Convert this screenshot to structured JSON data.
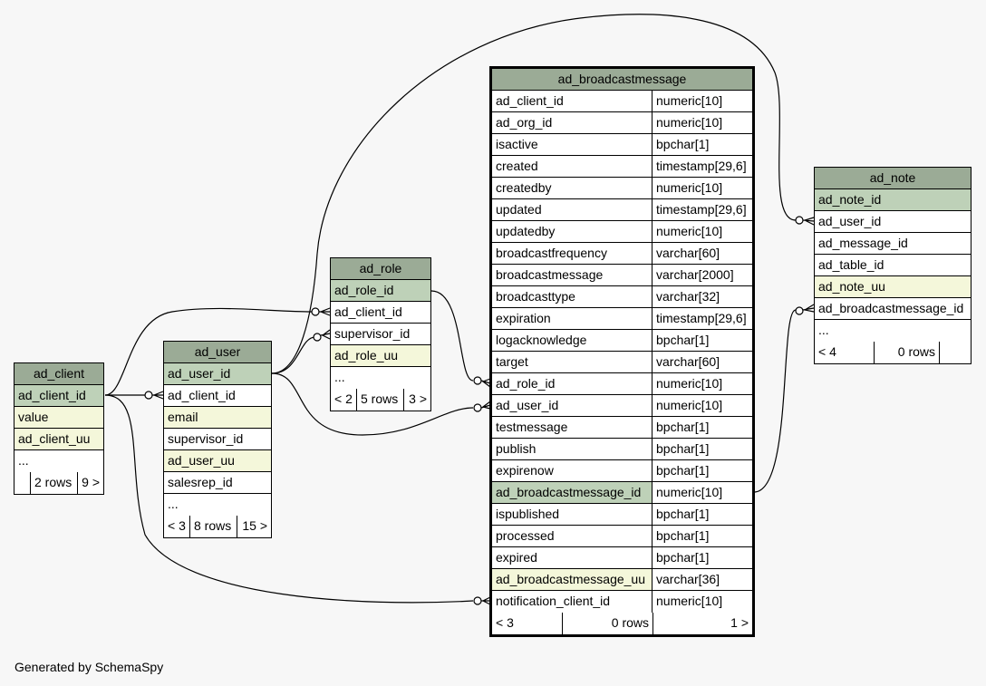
{
  "colors": {
    "background": "#f7f7f7",
    "header": "#9bab96",
    "primary_key": "#bed1b8",
    "indexed": "#f4f7da",
    "body": "#ffffff"
  },
  "tables": {
    "ad_client": {
      "name": "ad_client",
      "columns": [
        {
          "name": "ad_client_id",
          "kind": "pk"
        },
        {
          "name": "value",
          "kind": "idx"
        },
        {
          "name": "ad_client_uu",
          "kind": "idx"
        },
        {
          "name": "...",
          "kind": "plain"
        }
      ],
      "footer": {
        "parents": "",
        "rows": "2 rows",
        "children": "9 >"
      }
    },
    "ad_user": {
      "name": "ad_user",
      "columns": [
        {
          "name": "ad_user_id",
          "kind": "pk"
        },
        {
          "name": "ad_client_id",
          "kind": "plain"
        },
        {
          "name": "email",
          "kind": "idx"
        },
        {
          "name": "supervisor_id",
          "kind": "plain"
        },
        {
          "name": "ad_user_uu",
          "kind": "idx"
        },
        {
          "name": "salesrep_id",
          "kind": "plain"
        },
        {
          "name": "...",
          "kind": "plain"
        }
      ],
      "footer": {
        "parents": "< 3",
        "rows": "8 rows",
        "children": "15 >"
      }
    },
    "ad_role": {
      "name": "ad_role",
      "columns": [
        {
          "name": "ad_role_id",
          "kind": "pk"
        },
        {
          "name": "ad_client_id",
          "kind": "plain"
        },
        {
          "name": "supervisor_id",
          "kind": "plain"
        },
        {
          "name": "ad_role_uu",
          "kind": "idx"
        },
        {
          "name": "...",
          "kind": "plain"
        }
      ],
      "footer": {
        "parents": "< 2",
        "rows": "5 rows",
        "children": "3 >"
      }
    },
    "ad_broadcastmessage": {
      "name": "ad_broadcastmessage",
      "columns": [
        {
          "name": "ad_client_id",
          "type": "numeric[10]",
          "kind": "plain"
        },
        {
          "name": "ad_org_id",
          "type": "numeric[10]",
          "kind": "plain"
        },
        {
          "name": "isactive",
          "type": "bpchar[1]",
          "kind": "plain"
        },
        {
          "name": "created",
          "type": "timestamp[29,6]",
          "kind": "plain"
        },
        {
          "name": "createdby",
          "type": "numeric[10]",
          "kind": "plain"
        },
        {
          "name": "updated",
          "type": "timestamp[29,6]",
          "kind": "plain"
        },
        {
          "name": "updatedby",
          "type": "numeric[10]",
          "kind": "plain"
        },
        {
          "name": "broadcastfrequency",
          "type": "varchar[60]",
          "kind": "plain"
        },
        {
          "name": "broadcastmessage",
          "type": "varchar[2000]",
          "kind": "plain"
        },
        {
          "name": "broadcasttype",
          "type": "varchar[32]",
          "kind": "plain"
        },
        {
          "name": "expiration",
          "type": "timestamp[29,6]",
          "kind": "plain"
        },
        {
          "name": "logacknowledge",
          "type": "bpchar[1]",
          "kind": "plain"
        },
        {
          "name": "target",
          "type": "varchar[60]",
          "kind": "plain"
        },
        {
          "name": "ad_role_id",
          "type": "numeric[10]",
          "kind": "plain"
        },
        {
          "name": "ad_user_id",
          "type": "numeric[10]",
          "kind": "plain"
        },
        {
          "name": "testmessage",
          "type": "bpchar[1]",
          "kind": "plain"
        },
        {
          "name": "publish",
          "type": "bpchar[1]",
          "kind": "plain"
        },
        {
          "name": "expirenow",
          "type": "bpchar[1]",
          "kind": "plain"
        },
        {
          "name": "ad_broadcastmessage_id",
          "type": "numeric[10]",
          "kind": "pk"
        },
        {
          "name": "ispublished",
          "type": "bpchar[1]",
          "kind": "plain"
        },
        {
          "name": "processed",
          "type": "bpchar[1]",
          "kind": "plain"
        },
        {
          "name": "expired",
          "type": "bpchar[1]",
          "kind": "plain"
        },
        {
          "name": "ad_broadcastmessage_uu",
          "type": "varchar[36]",
          "kind": "idx"
        },
        {
          "name": "notification_client_id",
          "type": "numeric[10]",
          "kind": "plain"
        }
      ],
      "footer": {
        "parents": "< 3",
        "rows": "0 rows",
        "children": "1 >"
      }
    },
    "ad_note": {
      "name": "ad_note",
      "columns": [
        {
          "name": "ad_note_id",
          "kind": "pk"
        },
        {
          "name": "ad_user_id",
          "kind": "plain"
        },
        {
          "name": "ad_message_id",
          "kind": "plain"
        },
        {
          "name": "ad_table_id",
          "kind": "plain"
        },
        {
          "name": "ad_note_uu",
          "kind": "idx"
        },
        {
          "name": "ad_broadcastmessage_id",
          "kind": "plain"
        },
        {
          "name": "...",
          "kind": "plain"
        }
      ],
      "footer": {
        "parents": "< 4",
        "rows": "0 rows",
        "children": ""
      }
    }
  },
  "relationships": [
    {
      "from": "ad_user.ad_client_id",
      "to": "ad_client.ad_client_id"
    },
    {
      "from": "ad_role.ad_client_id",
      "to": "ad_client.ad_client_id"
    },
    {
      "from": "ad_role.supervisor_id",
      "to": "ad_user.ad_user_id"
    },
    {
      "from": "ad_broadcastmessage.ad_role_id",
      "to": "ad_role.ad_role_id"
    },
    {
      "from": "ad_broadcastmessage.ad_user_id",
      "to": "ad_user.ad_user_id"
    },
    {
      "from": "ad_broadcastmessage.notification_client_id",
      "to": "ad_client.ad_client_id"
    },
    {
      "from": "ad_note.ad_user_id",
      "to": "ad_user.ad_user_id"
    },
    {
      "from": "ad_note.ad_broadcastmessage_id",
      "to": "ad_broadcastmessage.ad_broadcastmessage_id"
    }
  ],
  "footer_note": "Generated by SchemaSpy"
}
